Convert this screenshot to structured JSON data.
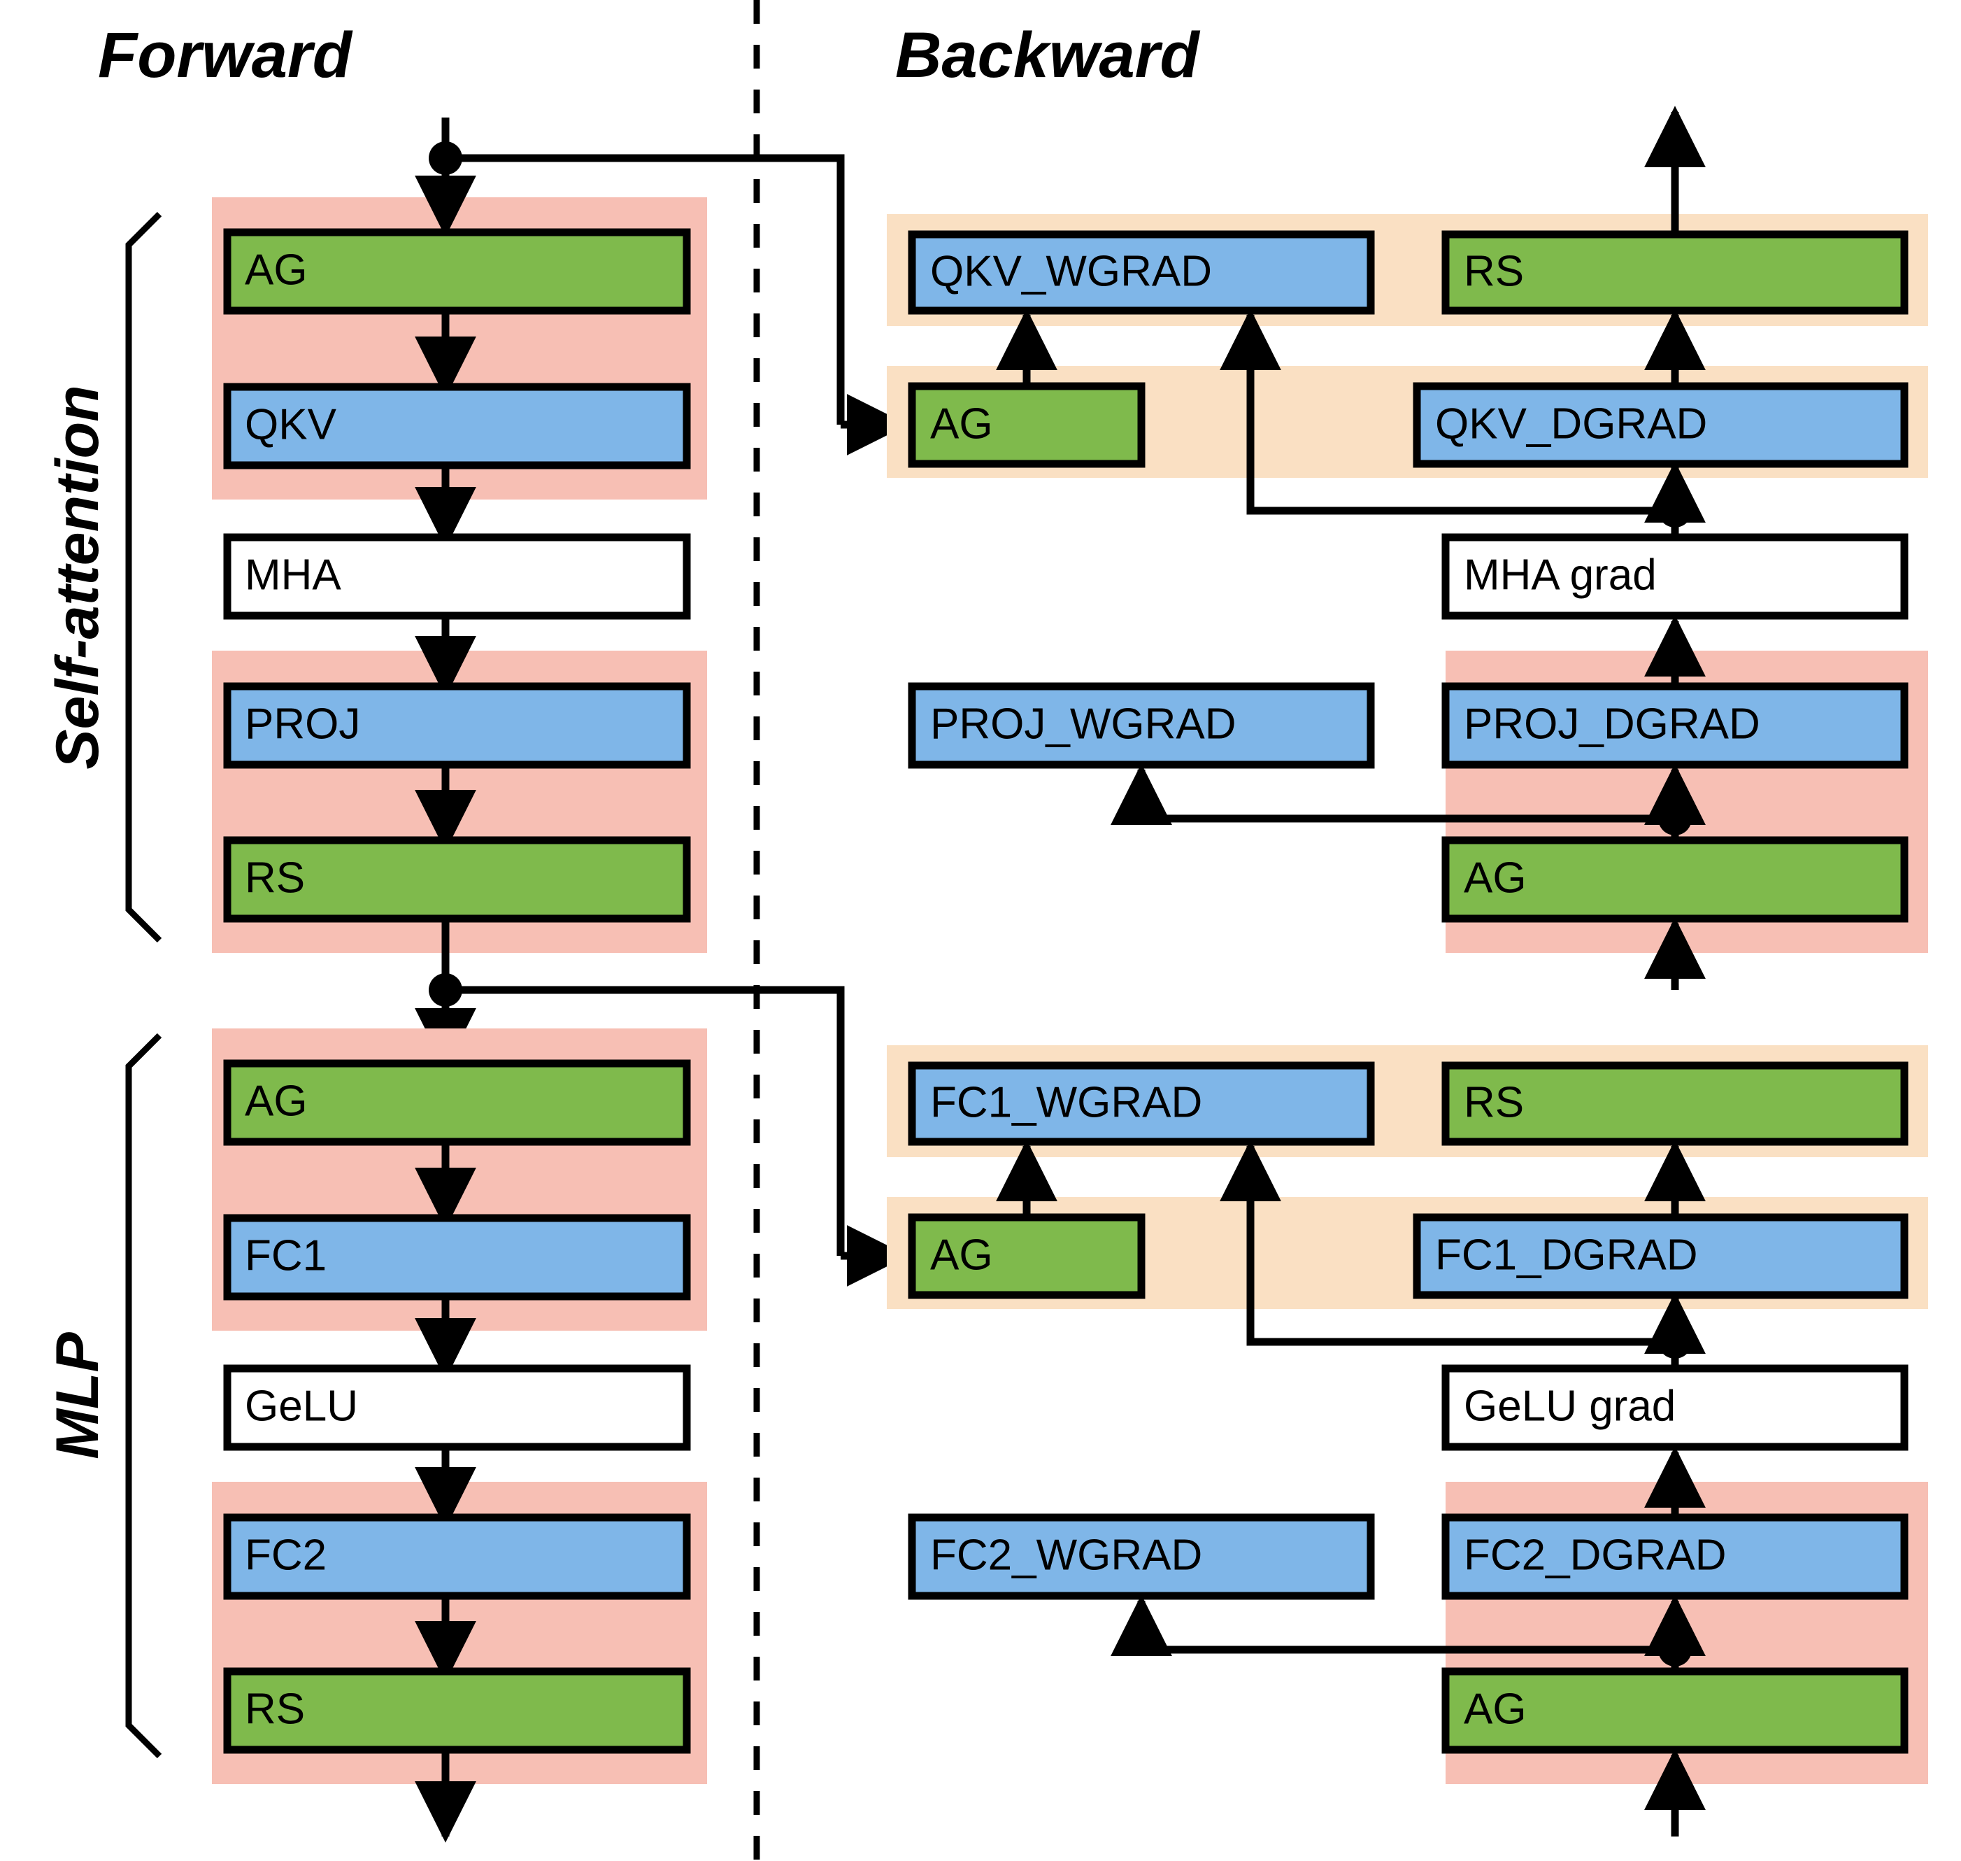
{
  "figure": {
    "title_forward": "Forward",
    "title_backward": "Backward",
    "group_labels": {
      "self_attention": "Self-attention",
      "mlp": "MLP"
    }
  },
  "colors": {
    "green": "#7fba4c",
    "blue": "#7fb6e8",
    "white": "#ffffff",
    "pink_panel": "#f7bfb4",
    "orange_panel": "#fae0c3",
    "stroke": "#000000",
    "background": "#ffffff"
  },
  "forward": {
    "self_attention": {
      "panel_top": [
        "AG",
        "QKV"
      ],
      "middle": [
        "MHA"
      ],
      "panel_bottom": [
        "PROJ",
        "RS"
      ]
    },
    "mlp": {
      "panel_top": [
        "AG",
        "FC1"
      ],
      "middle": [
        "GeLU"
      ],
      "panel_bottom": [
        "FC2",
        "RS"
      ]
    }
  },
  "backward": {
    "self_attention": {
      "row1_left": "QKV_WGRAD",
      "row1_right": "RS",
      "row2_left": "AG",
      "row2_right": "QKV_DGRAD",
      "row3_right": "MHA grad",
      "row4_left": "PROJ_WGRAD",
      "row4_right": "PROJ_DGRAD",
      "row5_right": "AG"
    },
    "mlp": {
      "row1_left": "FC1_WGRAD",
      "row1_right": "RS",
      "row2_left": "AG",
      "row2_right": "FC1_DGRAD",
      "row3_right": "GeLU grad",
      "row4_left": "FC2_WGRAD",
      "row4_right": "FC2_DGRAD",
      "row5_right": "AG"
    }
  },
  "blocks": {
    "fwd_sa_ag": {
      "label": "AG",
      "kind": "green"
    },
    "fwd_sa_qkv": {
      "label": "QKV",
      "kind": "blue"
    },
    "fwd_sa_mha": {
      "label": "MHA",
      "kind": "white"
    },
    "fwd_sa_proj": {
      "label": "PROJ",
      "kind": "blue"
    },
    "fwd_sa_rs": {
      "label": "RS",
      "kind": "green"
    },
    "fwd_mlp_ag": {
      "label": "AG",
      "kind": "green"
    },
    "fwd_mlp_fc1": {
      "label": "FC1",
      "kind": "blue"
    },
    "fwd_mlp_gelu": {
      "label": "GeLU",
      "kind": "white"
    },
    "fwd_mlp_fc2": {
      "label": "FC2",
      "kind": "blue"
    },
    "fwd_mlp_rs": {
      "label": "RS",
      "kind": "green"
    },
    "bwd_sa_qkv_wgrad": {
      "label": "QKV_WGRAD",
      "kind": "blue"
    },
    "bwd_sa_rs": {
      "label": "RS",
      "kind": "green"
    },
    "bwd_sa_ag_small": {
      "label": "AG",
      "kind": "green"
    },
    "bwd_sa_qkv_dgrad": {
      "label": "QKV_DGRAD",
      "kind": "blue"
    },
    "bwd_sa_mha_grad": {
      "label": "MHA grad",
      "kind": "white"
    },
    "bwd_sa_proj_wgrad": {
      "label": "PROJ_WGRAD",
      "kind": "blue"
    },
    "bwd_sa_proj_dgrad": {
      "label": "PROJ_DGRAD",
      "kind": "blue"
    },
    "bwd_sa_ag_bottom": {
      "label": "AG",
      "kind": "green"
    },
    "bwd_mlp_fc1_wgrad": {
      "label": "FC1_WGRAD",
      "kind": "blue"
    },
    "bwd_mlp_rs": {
      "label": "RS",
      "kind": "green"
    },
    "bwd_mlp_ag_small": {
      "label": "AG",
      "kind": "green"
    },
    "bwd_mlp_fc1_dgrad": {
      "label": "FC1_DGRAD",
      "kind": "blue"
    },
    "bwd_mlp_gelu_grad": {
      "label": "GeLU grad",
      "kind": "white"
    },
    "bwd_mlp_fc2_wgrad": {
      "label": "FC2_WGRAD",
      "kind": "blue"
    },
    "bwd_mlp_fc2_dgrad": {
      "label": "FC2_DGRAD",
      "kind": "blue"
    },
    "bwd_mlp_ag_bottom": {
      "label": "AG",
      "kind": "green"
    }
  }
}
